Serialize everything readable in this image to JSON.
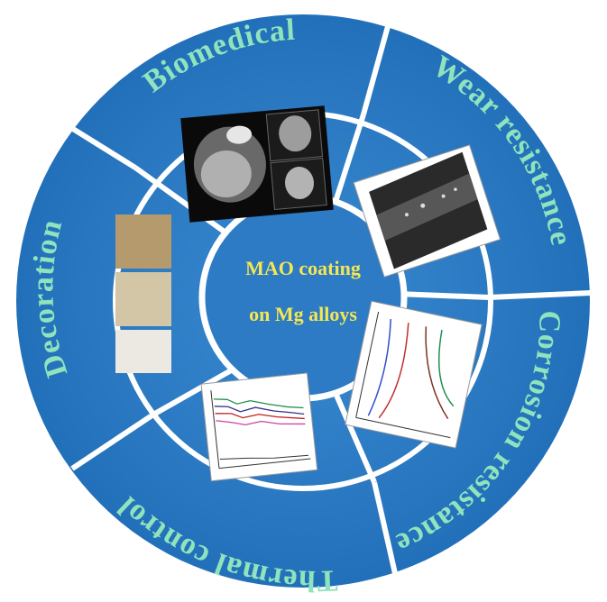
{
  "center": {
    "line1": "MAO coating",
    "line2": "on Mg alloys"
  },
  "segments": [
    {
      "id": "biomedical",
      "label": "Biomedical"
    },
    {
      "id": "wear",
      "label": "Wear resistance"
    },
    {
      "id": "corrosion",
      "label": "Corrosion resistance"
    },
    {
      "id": "thermal",
      "label": "Thermal control"
    },
    {
      "id": "decoration",
      "label": "Decoration"
    }
  ],
  "colors": {
    "ring": "#2c7bc4",
    "ring_dark": "#1f63a8",
    "separator": "#ffffff",
    "label": "#8fe3bd",
    "center_text": "#f5e653"
  }
}
